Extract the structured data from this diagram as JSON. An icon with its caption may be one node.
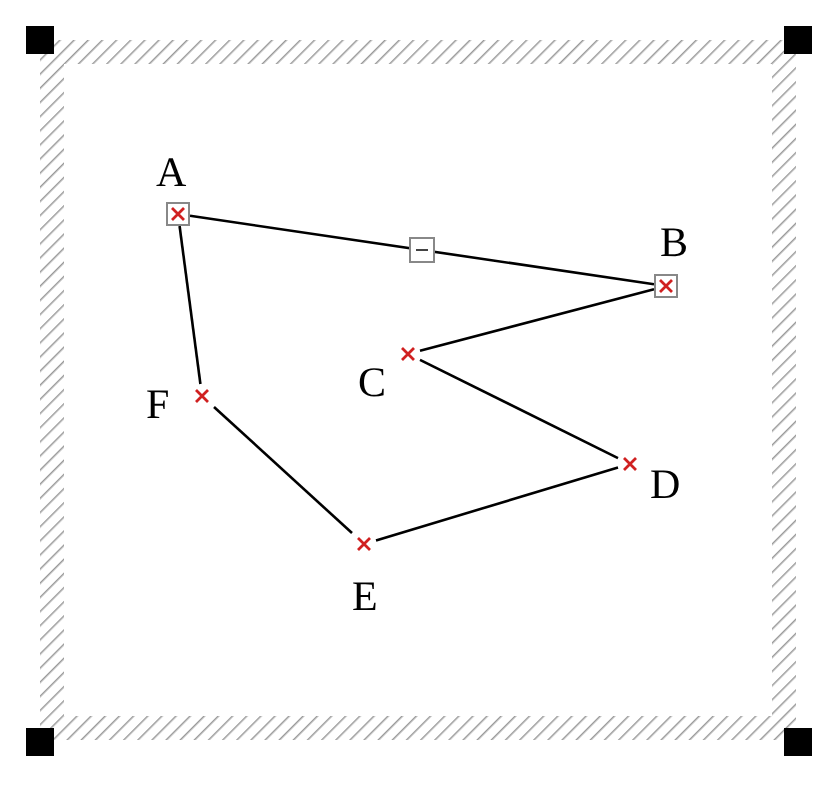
{
  "diagram": {
    "nodes": [
      {
        "text": [],
        "shape": "cross",
        "beside": [
          "A"
        ]
      },
      {
        "text": [],
        "shape": "cross",
        "beside": [
          "B"
        ]
      },
      {
        "text": [],
        "shape": "cross",
        "beside": [
          "C"
        ]
      },
      {
        "text": [],
        "shape": "cross",
        "beside": [
          "F"
        ]
      },
      {
        "text": [],
        "shape": "cross",
        "beside": [
          "D"
        ]
      },
      {
        "text": [],
        "shape": "cross",
        "beside": [
          "E"
        ]
      }
    ],
    "edges": [
      {
        "from": 0,
        "to": 1,
        "arrow": "none"
      },
      {
        "from": 1,
        "to": 2,
        "arrow": "none"
      },
      {
        "from": 2,
        "to": 4,
        "arrow": "none"
      },
      {
        "from": 4,
        "to": 5,
        "arrow": "none"
      },
      {
        "from": 5,
        "to": 3,
        "arrow": "none"
      },
      {
        "from": 3,
        "to": 0,
        "arrow": "none"
      }
    ]
  }
}
